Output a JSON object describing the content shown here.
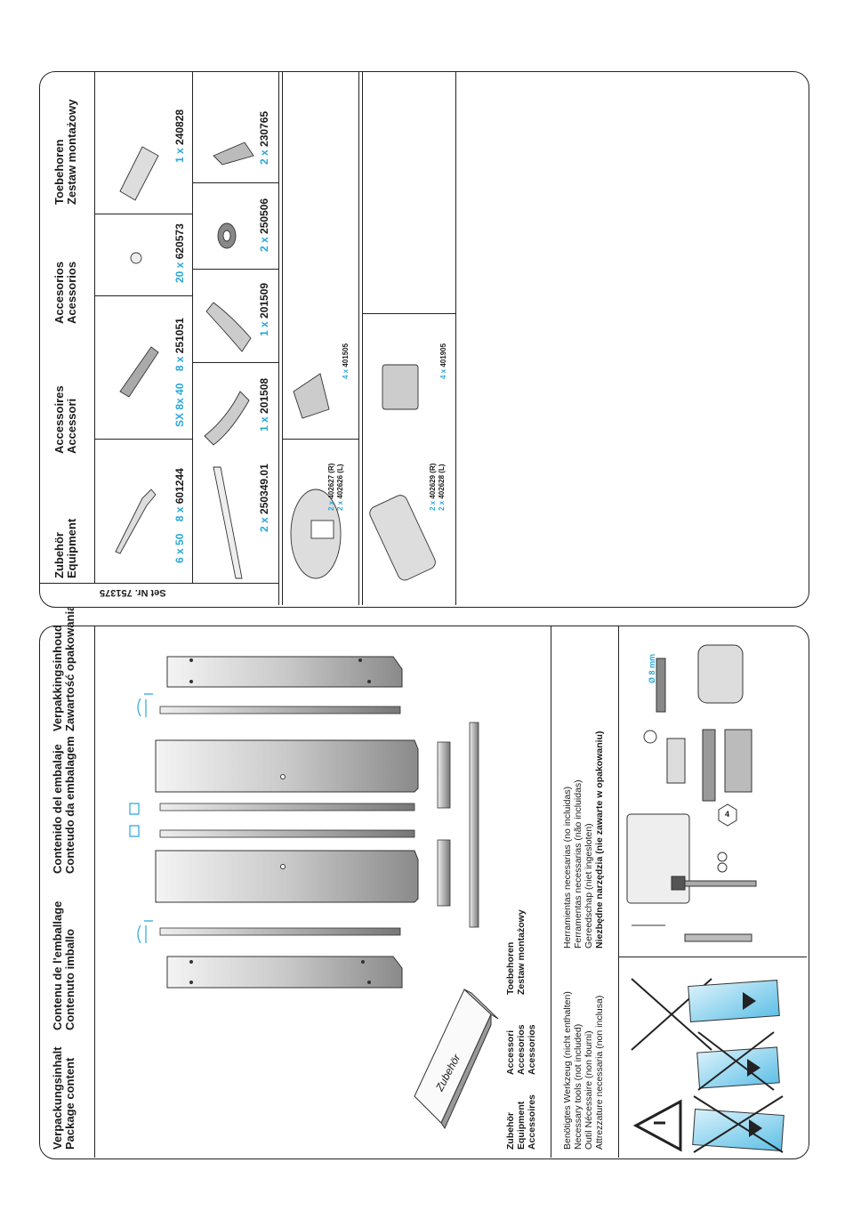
{
  "left_panel": {
    "header_groups": [
      [
        "Verpackungsinhalt",
        "Package content"
      ],
      [
        "Contenu de l'emballage",
        "Contenuto imballo"
      ],
      [
        "Contenido del embalaje",
        "Conteudo da embalagem"
      ],
      [
        "Verpakkingsinhoud",
        "Zawartość opakowania"
      ]
    ],
    "box_label": "Zubehör",
    "accessories_legend": [
      [
        "Zubehör",
        "Equipment",
        "Accessoires"
      ],
      [
        "Accessori",
        "Accesorios",
        "Acessorios"
      ],
      [
        "Toebehoren",
        "Zestaw montażowy"
      ]
    ],
    "tools_required": [
      "Benötigtes Werkzeug (nicht enthalten)",
      "Necessary tools (not included)",
      "Outil Nécessaire (non fourni)",
      "Attrezzature necessaria (non inclusa)"
    ],
    "tools_required_2": [
      "Herramientas necesarias (no incluidas)",
      "Ferramentas necessarias (não incluidas)",
      "Gereedschap (niet ingesloten)",
      "Niezbędne narzędzia (nie zawarte w opakowaniu)"
    ],
    "drill_size": "Ø 8 mm",
    "hex_key": "4"
  },
  "right_panel": {
    "set_nr": "Set Nr. 751375",
    "header_groups": [
      [
        "Zubehör",
        "Equipment"
      ],
      [
        "Accessoires",
        "Accessori"
      ],
      [
        "Accesorios",
        "Acessorios"
      ],
      [
        "Toebehoren",
        "Zestaw montażowy"
      ]
    ],
    "parts": {
      "screw": {
        "size": "6 x 50",
        "qty": "8 x",
        "code": "601244"
      },
      "dowel": {
        "size": "SX 8x 40",
        "qty": "8 x",
        "code": "251051"
      },
      "cap": {
        "qty": "20 x",
        "code": "620573"
      },
      "clip": {
        "qty": "1 x",
        "code": "240828"
      },
      "profile": {
        "qty": "2 x",
        "code": "250349.01"
      },
      "seal_left": {
        "qty": "1 x",
        "code": "201508"
      },
      "seal_right": {
        "qty": "1 x",
        "code": "201509"
      },
      "washer": {
        "qty": "2 x",
        "code": "250506"
      },
      "bracket": {
        "qty": "2 x",
        "code": "230765"
      },
      "hinge_oval_r": {
        "qty": "2 x",
        "code": "402627 (R)"
      },
      "hinge_oval_l": {
        "qty": "2 x",
        "code": "402626 (L)"
      },
      "clamp_oval": {
        "qty": "4 x",
        "code": "401505"
      },
      "hinge_rect_r": {
        "qty": "2 x",
        "code": "402629 (R)"
      },
      "hinge_rect_l": {
        "qty": "2 x",
        "code": "402628 (L)"
      },
      "clamp_rect": {
        "qty": "4 x",
        "code": "401905"
      }
    }
  }
}
